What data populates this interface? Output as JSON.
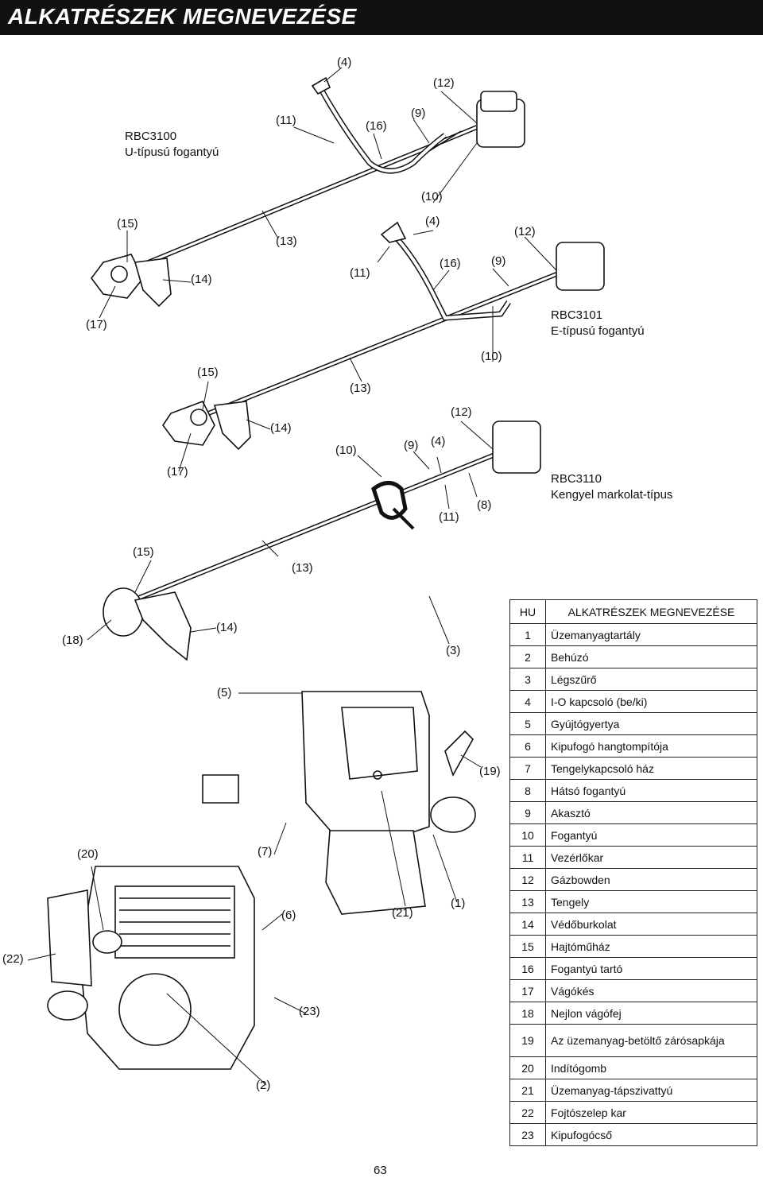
{
  "header": {
    "title": "ALKATRÉSZEK MEGNEVEZÉSE"
  },
  "models": {
    "m1": {
      "line1": "RBC3100",
      "line2": "U-típusú fogantyú"
    },
    "m2": {
      "line1": "RBC3101",
      "line2": "E-típusú fogantyú"
    },
    "m3": {
      "line1": "RBC3110",
      "line2": "Kengyel markolat-típus"
    }
  },
  "callouts": {
    "c4": "(4)",
    "c12": "(12)",
    "c11": "(11)",
    "c16": "(16)",
    "c9": "(9)",
    "c10": "(10)",
    "c15": "(15)",
    "c13": "(13)",
    "c14": "(14)",
    "c17": "(17)",
    "c8": "(8)",
    "c18": "(18)",
    "c3": "(3)",
    "c5": "(5)",
    "c19": "(19)",
    "c20": "(20)",
    "c7": "(7)",
    "c6": "(6)",
    "c21": "(21)",
    "c1": "(1)",
    "c22": "(22)",
    "c23": "(23)",
    "c2": "(2)"
  },
  "table": {
    "header_lang": "HU",
    "header_title": "ALKATRÉSZEK MEGNEVEZÉSE",
    "rows": [
      {
        "n": "1",
        "name": "Üzemanyagtartály"
      },
      {
        "n": "2",
        "name": "Behúzó"
      },
      {
        "n": "3",
        "name": "Légszűrő"
      },
      {
        "n": "4",
        "name": "I-O kapcsoló (be/ki)"
      },
      {
        "n": "5",
        "name": "Gyújtógyertya"
      },
      {
        "n": "6",
        "name": "Kipufogó hangtompítója"
      },
      {
        "n": "7",
        "name": "Tengelykapcsoló ház"
      },
      {
        "n": "8",
        "name": "Hátsó fogantyú"
      },
      {
        "n": "9",
        "name": "Akasztó"
      },
      {
        "n": "10",
        "name": "Fogantyú"
      },
      {
        "n": "11",
        "name": "Vezérlőkar"
      },
      {
        "n": "12",
        "name": "Gázbowden"
      },
      {
        "n": "13",
        "name": "Tengely"
      },
      {
        "n": "14",
        "name": "Védőburkolat"
      },
      {
        "n": "15",
        "name": "Hajtóműház"
      },
      {
        "n": "16",
        "name": "Fogantyú tartó"
      },
      {
        "n": "17",
        "name": "Vágókés"
      },
      {
        "n": "18",
        "name": "Nejlon vágófej"
      },
      {
        "n": "19",
        "name": "Az üzemanyag-betöltő zárósapkája"
      },
      {
        "n": "20",
        "name": "Indítógomb"
      },
      {
        "n": "21",
        "name": "Üzemanyag-tápszivattyú"
      },
      {
        "n": "22",
        "name": "Fojtószelep kar"
      },
      {
        "n": "23",
        "name": "Kipufogócső"
      }
    ]
  },
  "page_number": "63"
}
